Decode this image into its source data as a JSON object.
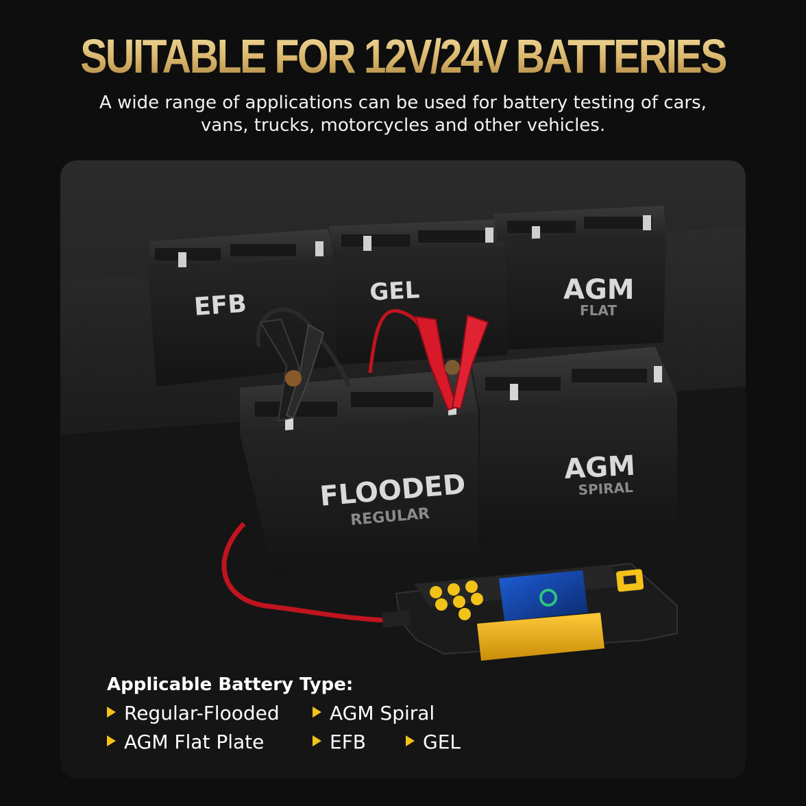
{
  "header": {
    "title": "SUITABLE FOR 12V/24V BATTERIES",
    "subtitle_line1": "A wide range of applications can be used for battery testing of cars,",
    "subtitle_line2": "vans, trucks, motorcycles and other vehicles."
  },
  "batteries": {
    "efb": "EFB",
    "gel": "GEL",
    "agm_flat": "AGM",
    "agm_flat_sub": "FLAT",
    "flooded": "FLOODED",
    "flooded_sub": "REGULAR",
    "agm_spiral": "AGM",
    "agm_spiral_sub": "SPIRAL"
  },
  "battery_types": {
    "heading": "Applicable Battery Type:",
    "items": [
      "Regular-Flooded",
      "AGM Spiral",
      "AGM Flat Plate",
      "EFB",
      "GEL"
    ]
  },
  "colors": {
    "accent_yellow": "#f2c218",
    "title_gold": "#d8b56a",
    "clamp_red": "#d8192a"
  }
}
